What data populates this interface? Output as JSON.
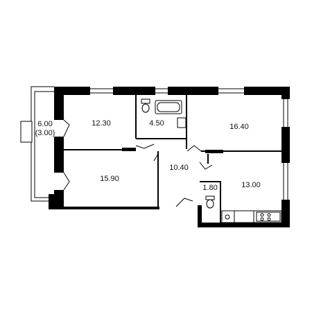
{
  "rooms": {
    "balcony": {
      "area": "6.00",
      "area_alt": "(3.00)"
    },
    "bedroom_top_left": {
      "area": "12.30"
    },
    "bathroom": {
      "area": "4.50"
    },
    "bedroom_top_right": {
      "area": "16.40"
    },
    "bedroom_bottom_left": {
      "area": "15.90"
    },
    "hall": {
      "area": "10.40"
    },
    "wc": {
      "area": "1.80"
    },
    "kitchen": {
      "area": "13.00"
    }
  },
  "colors": {
    "wall": "#000000",
    "background": "#ffffff"
  }
}
